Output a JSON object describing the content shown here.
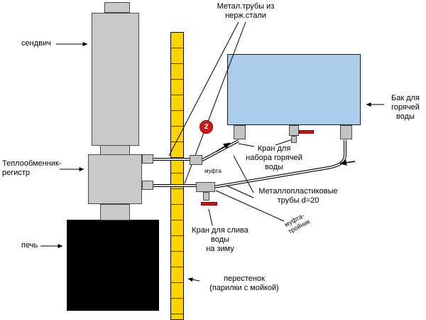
{
  "diagram": {
    "marker_number": "2",
    "labels": {
      "sandwich": "сендвич",
      "metal_pipes": "Метал.трубы из\nнерж.стали",
      "tank": "Бак для\nгорячей\nводы",
      "heat_exchanger": "Теплообменник-\nрегистр",
      "hot_water_tap": "Кран для\nнабора горячей\nводы",
      "coupling": "муфта",
      "metal_plastic_pipes": "Металлопластиковые\nтрубы d=20",
      "coupling_tee": "муфта-\nтройник",
      "drain_tap": "Кран для слива воды\nна зиму",
      "stove": "печь",
      "partition": "перестенок\n(парилки с мойкой)"
    },
    "colors": {
      "wall_yellow": "#ffd300",
      "tank_blue": "#a9cdeb",
      "metal_gray": "#c9c9c9",
      "stove_black": "#000000",
      "accent_red": "#d01818"
    }
  }
}
